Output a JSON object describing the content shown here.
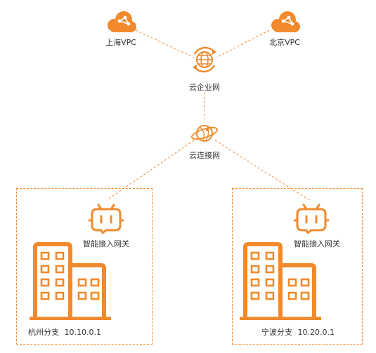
{
  "colors": {
    "accent": "#f18a2c",
    "text": "#333333"
  },
  "nodes": {
    "shanghai_vpc": {
      "label": "上海VPC",
      "icon": "cloud-icon"
    },
    "beijing_vpc": {
      "label": "北京VPC",
      "icon": "cloud-icon"
    },
    "cen": {
      "label": "云企业网",
      "icon": "globe-icon"
    },
    "sag_cloud": {
      "label": "云连接网",
      "icon": "orbit-globe-icon"
    }
  },
  "branches": [
    {
      "gateway_label": "智能接入网关",
      "name": "杭州分支",
      "cidr": "10.10.0.1",
      "gateway_icon": "smart-access-gateway-icon",
      "building_icon": "office-building-icon"
    },
    {
      "gateway_label": "智能接入网关",
      "name": "宁波分支",
      "cidr": "10.20.0.1",
      "gateway_icon": "smart-access-gateway-icon",
      "building_icon": "office-building-icon"
    }
  ]
}
